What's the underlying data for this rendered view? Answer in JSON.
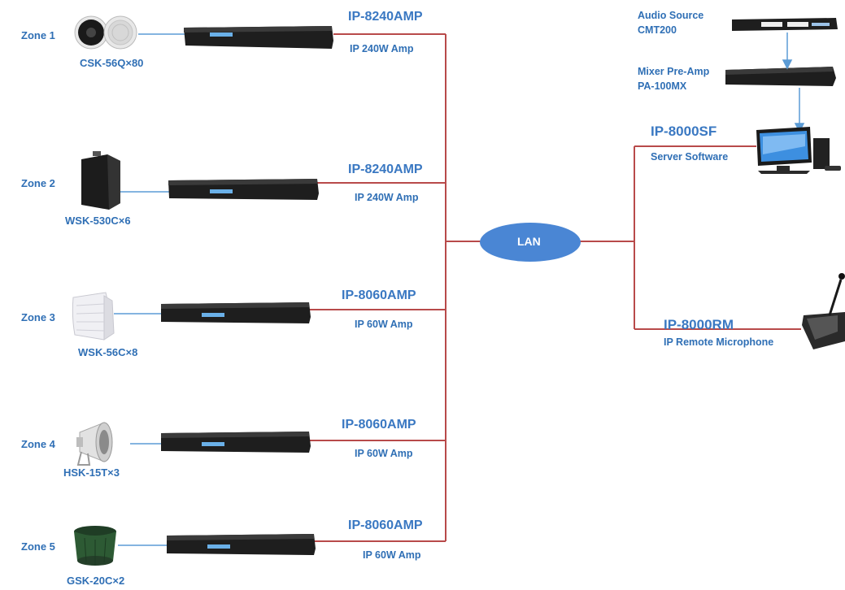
{
  "zones": [
    {
      "zone": "Zone 1",
      "speaker": "CSK-56Q×80",
      "amp_model": "IP-8240AMP",
      "amp_desc": "IP  240W Amp",
      "speaker_icon": "ceiling-speaker-icon"
    },
    {
      "zone": "Zone 2",
      "speaker": "WSK-530C×6",
      "amp_model": "IP-8240AMP",
      "amp_desc": "IP  240W Amp",
      "speaker_icon": "wall-speaker-icon"
    },
    {
      "zone": "Zone 3",
      "speaker": "WSK-56C×8",
      "amp_model": "IP-8060AMP",
      "amp_desc": "IP  60W Amp",
      "speaker_icon": "wall-speaker-white-icon"
    },
    {
      "zone": "Zone 4",
      "speaker": "HSK-15T×3",
      "amp_model": "IP-8060AMP",
      "amp_desc": "IP  60W Amp",
      "speaker_icon": "horn-speaker-icon"
    },
    {
      "zone": "Zone 5",
      "speaker": "GSK-20C×2",
      "amp_model": "IP-8060AMP",
      "amp_desc": "IP  60W Amp",
      "speaker_icon": "garden-speaker-icon"
    }
  ],
  "lan": {
    "label": "LAN"
  },
  "audio_source": {
    "line1": "Audio Source",
    "line2": "CMT200"
  },
  "mixer": {
    "line1": "Mixer Pre-Amp",
    "line2": "PA-100MX"
  },
  "server": {
    "model": "IP-8000SF",
    "desc": "Server Software",
    "icon": "computer-icon"
  },
  "remote_mic": {
    "model": "IP-8000RM",
    "desc": "IP Remote Microphone",
    "icon": "microphone-icon"
  },
  "colors": {
    "label_blue": "#2f6fb5",
    "network_line": "#b84a4a",
    "speaker_line": "#5b9bd5",
    "lan_fill": "#4a86d4",
    "device_body": "#222222"
  }
}
